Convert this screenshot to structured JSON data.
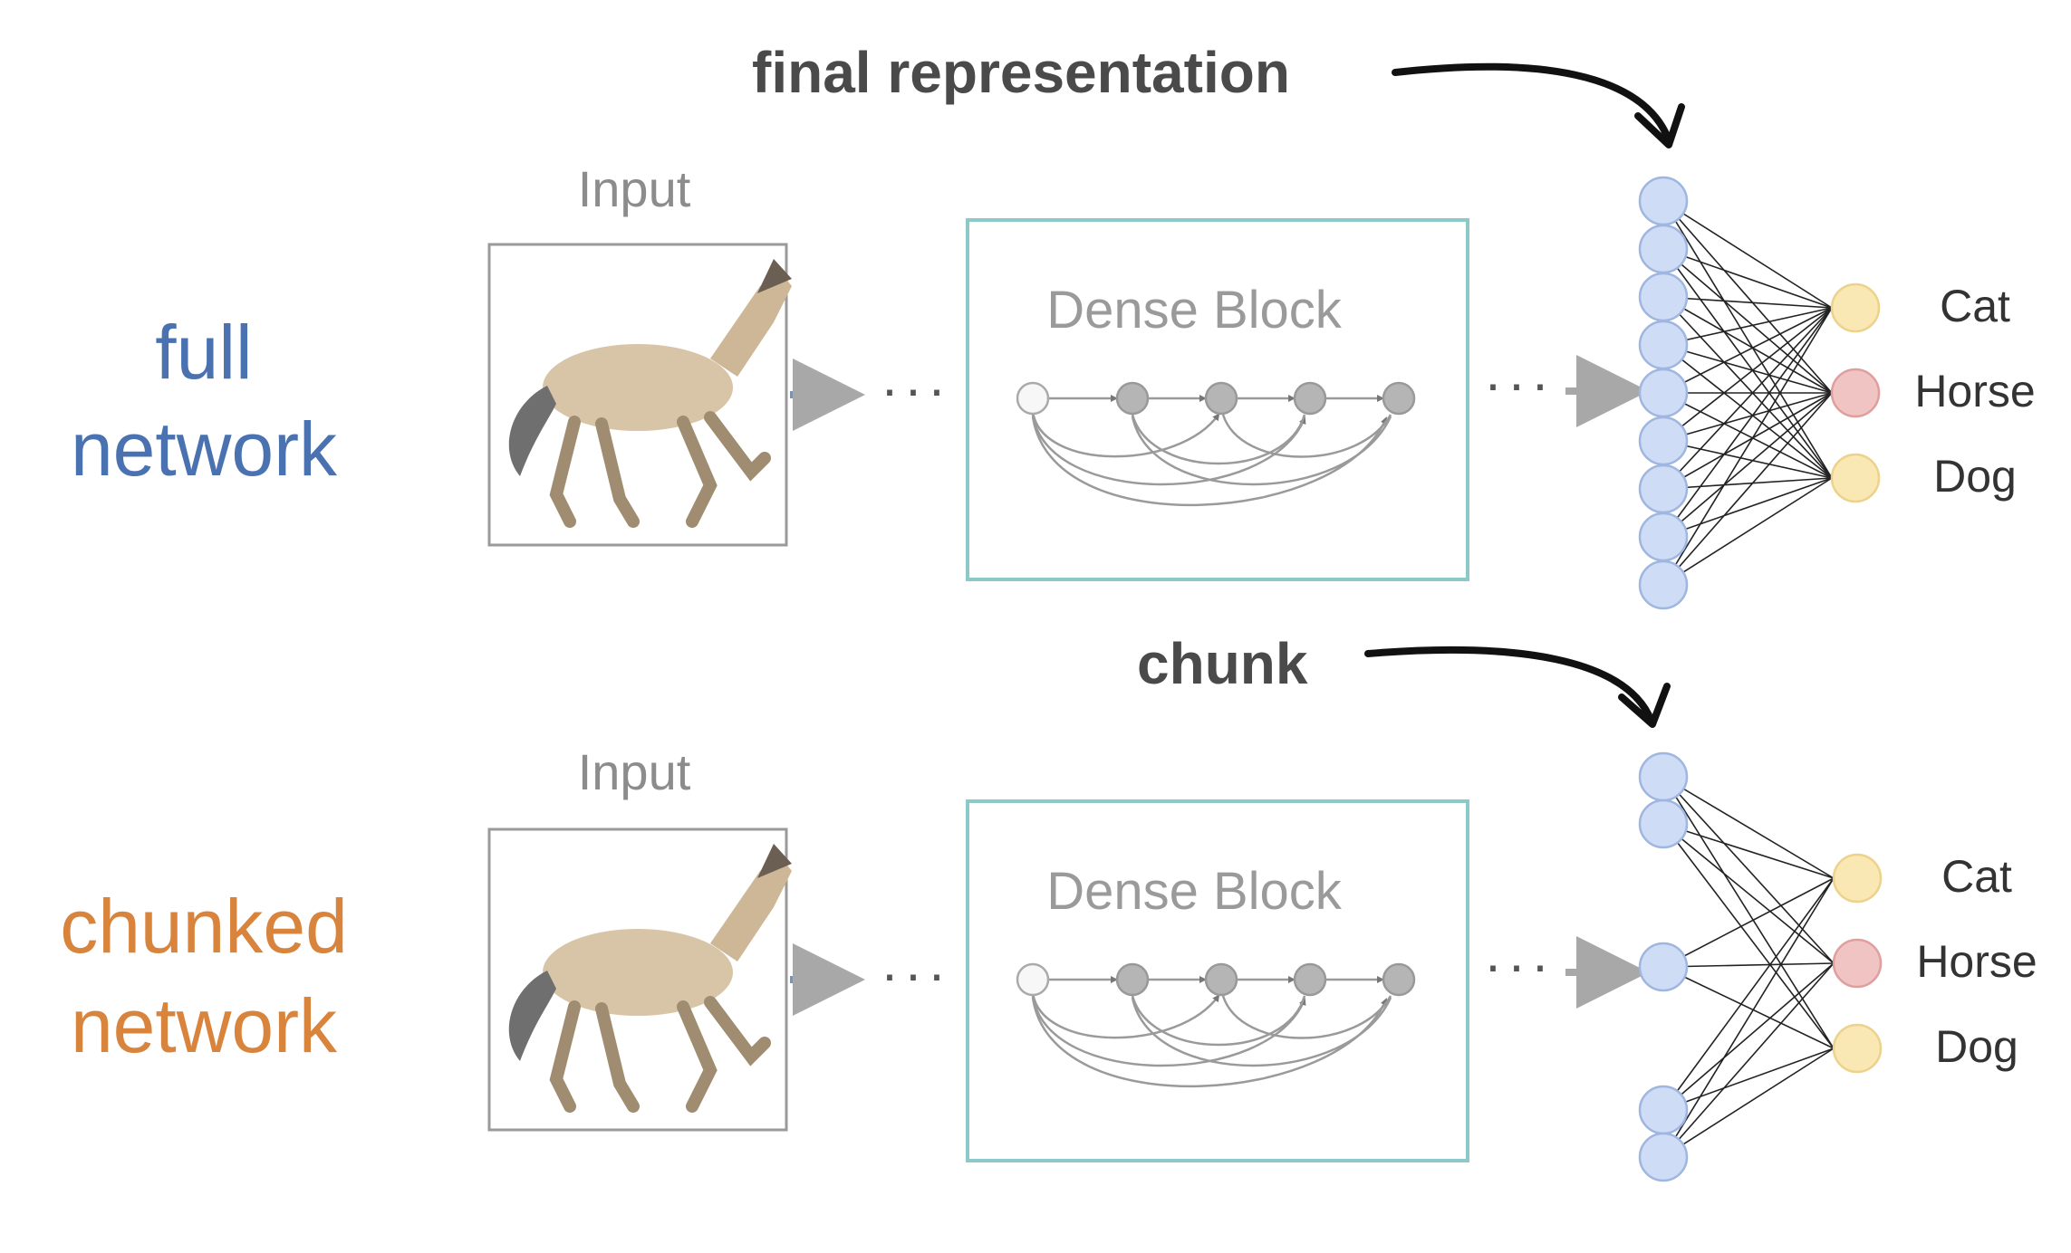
{
  "annotations": {
    "final_representation": "final representation",
    "chunk": "chunk"
  },
  "rows": [
    {
      "label_line1": "full",
      "label_line2": "network",
      "label_color": "#4a72b0",
      "input_label": "Input",
      "dense_block_label": "Dense Block",
      "output_classes": [
        "Cat",
        "Horse",
        "Dog"
      ]
    },
    {
      "label_line1": "chunked",
      "label_line2": "network",
      "label_color": "#d9843c",
      "input_label": "Input",
      "dense_block_label": "Dense Block",
      "output_classes": [
        "Cat",
        "Horse",
        "Dog"
      ]
    }
  ],
  "colors": {
    "hidden_node": "#cfdcf5",
    "hidden_stroke": "#9fb6e0",
    "class_cat": "#f9e7b4",
    "class_horse": "#f1c4c4",
    "class_dog": "#f9e7b4",
    "dense_box": "#7fbfbf",
    "arrow_gray": "#a0a0a0",
    "arrow_blue": "#7f93ad"
  }
}
